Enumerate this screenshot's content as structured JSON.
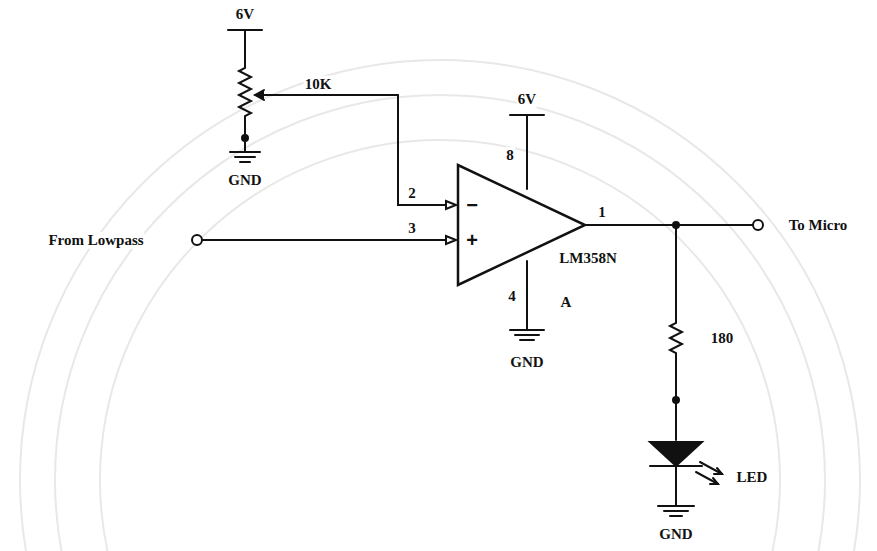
{
  "diagram": {
    "nodes": [
      {
        "text": [
          "−",
          "+"
        ]
      }
    ],
    "labels": [
      "6V",
      "10K",
      "GND",
      "6V",
      "8",
      "2",
      "3",
      "1",
      "4",
      "From Lowpass",
      "LM358N",
      "A",
      "To Micro",
      "GND",
      "180",
      "LED",
      "GND"
    ]
  }
}
